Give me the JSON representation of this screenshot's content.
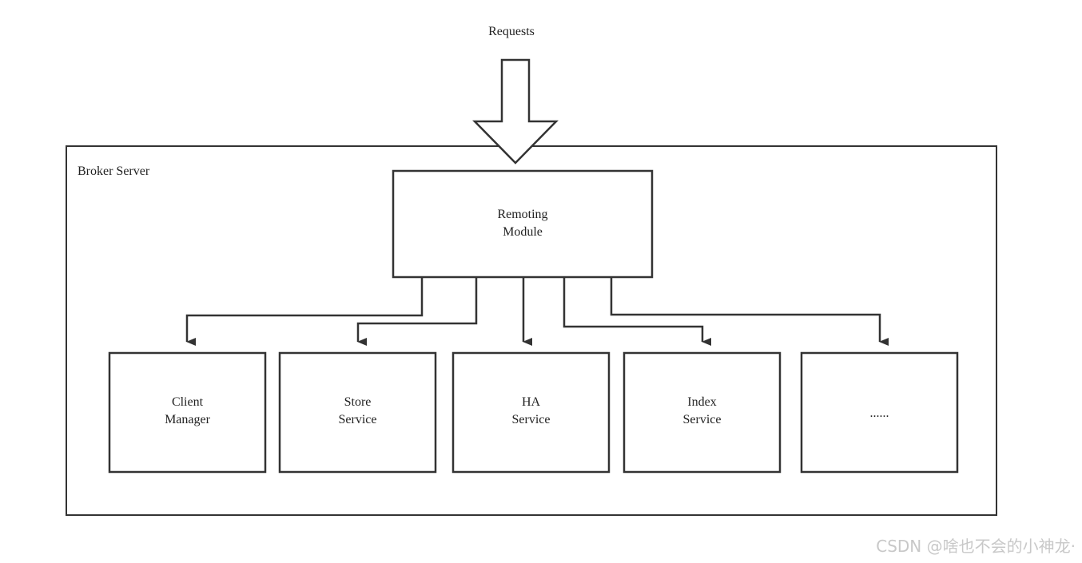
{
  "diagram": {
    "input_label": "Requests",
    "container_label": "Broker Server",
    "central_module": {
      "line1": "Remoting",
      "line2": "Module"
    },
    "modules": [
      {
        "line1": "Client",
        "line2": "Manager"
      },
      {
        "line1": "Store",
        "line2": "Service"
      },
      {
        "line1": "HA",
        "line2": "Service"
      },
      {
        "line1": "Index",
        "line2": "Service"
      },
      {
        "line1": "......",
        "line2": ""
      }
    ]
  },
  "watermark": "CSDN @啥也不会的小神龙·",
  "colors": {
    "stroke": "#333333",
    "text": "#222222",
    "watermark": "#c8c8c8",
    "background": "#ffffff"
  }
}
